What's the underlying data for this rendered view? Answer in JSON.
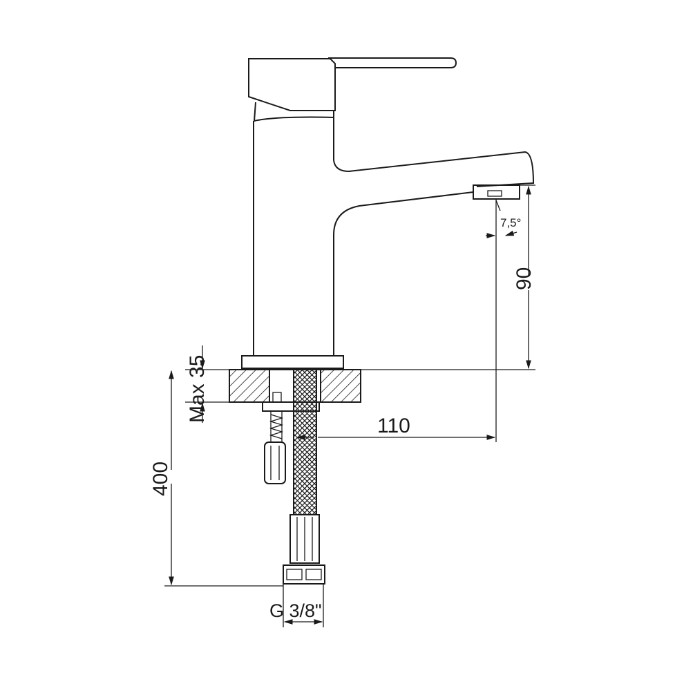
{
  "drawing": {
    "title": "Basin mixer tap dimension drawing",
    "dimensions": {
      "spout_height": "90",
      "spout_reach": "110",
      "max_countertop": "Max 35",
      "hose_length": "400",
      "connection": "G 3/8\"",
      "spout_angle": "7,5°"
    },
    "colors": {
      "line": "#1a1a1a",
      "background": "#ffffff"
    }
  }
}
